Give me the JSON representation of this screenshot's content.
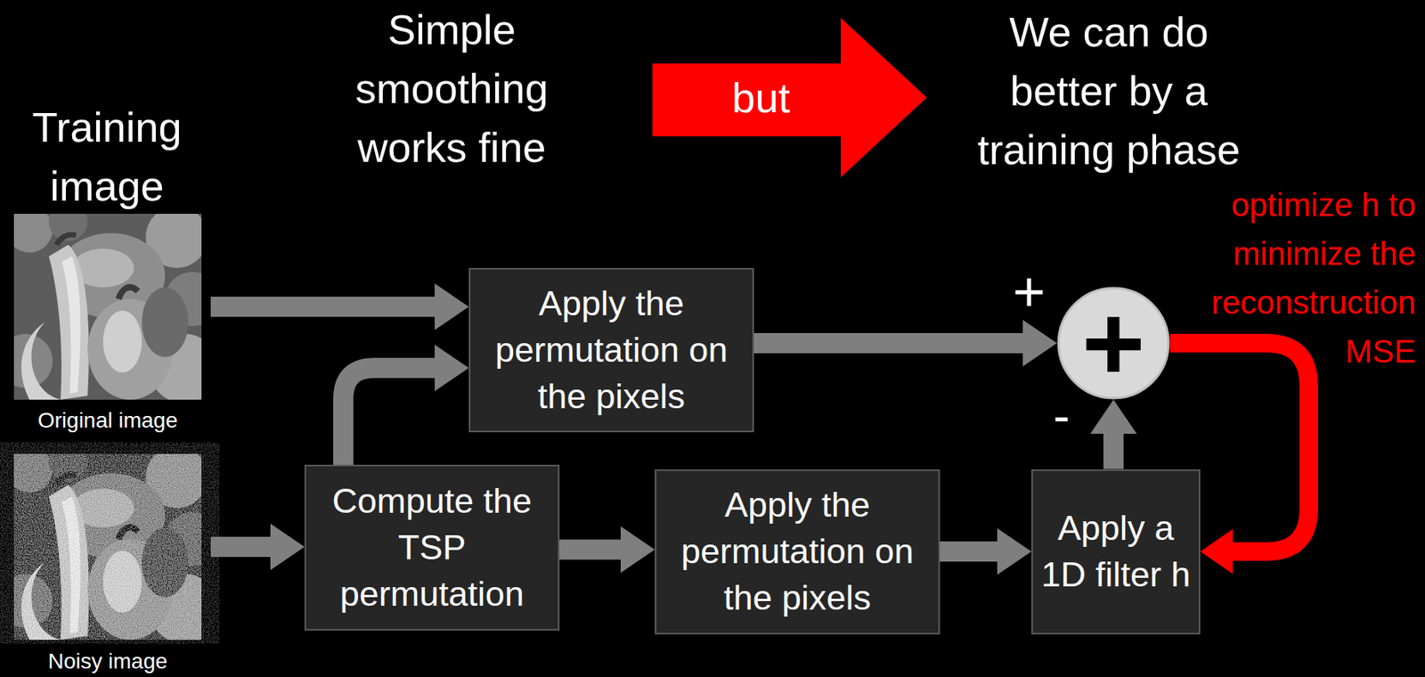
{
  "diagram": {
    "nodes": [
      {
        "text": [
          "but"
        ]
      },
      {
        "text": [
          "Original image"
        ]
      },
      {
        "text": [
          "Noisy image"
        ]
      },
      {
        "text": [
          "Apply the permutation on the pixels"
        ]
      },
      {
        "text": [
          "+"
        ]
      },
      {
        "text": [
          "Compute the TSP permutation"
        ]
      },
      {
        "text": [
          "Apply the permutation on the pixels"
        ]
      },
      {
        "text": [
          "Apply a 1D filter h"
        ]
      }
    ],
    "edges": [
      {
        "from": 1,
        "to": 3,
        "arrow": "to"
      },
      {
        "from": 2,
        "to": 5,
        "arrow": "to"
      },
      {
        "from": 5,
        "to": 3,
        "arrow": "to"
      },
      {
        "from": 5,
        "to": 6,
        "arrow": "to"
      },
      {
        "from": 6,
        "to": 7,
        "arrow": "to"
      },
      {
        "from": 7,
        "to": 4,
        "arrow": "to"
      },
      {
        "from": 3,
        "to": 4,
        "arrow": "to"
      },
      {
        "from": 4,
        "to": 7,
        "arrow": "to"
      }
    ],
    "labels": [
      "Training image",
      "Simple smoothing works fine",
      "We can do better by a training phase",
      "optimize h to minimize the reconstruction MSE",
      "+",
      "-"
    ]
  }
}
